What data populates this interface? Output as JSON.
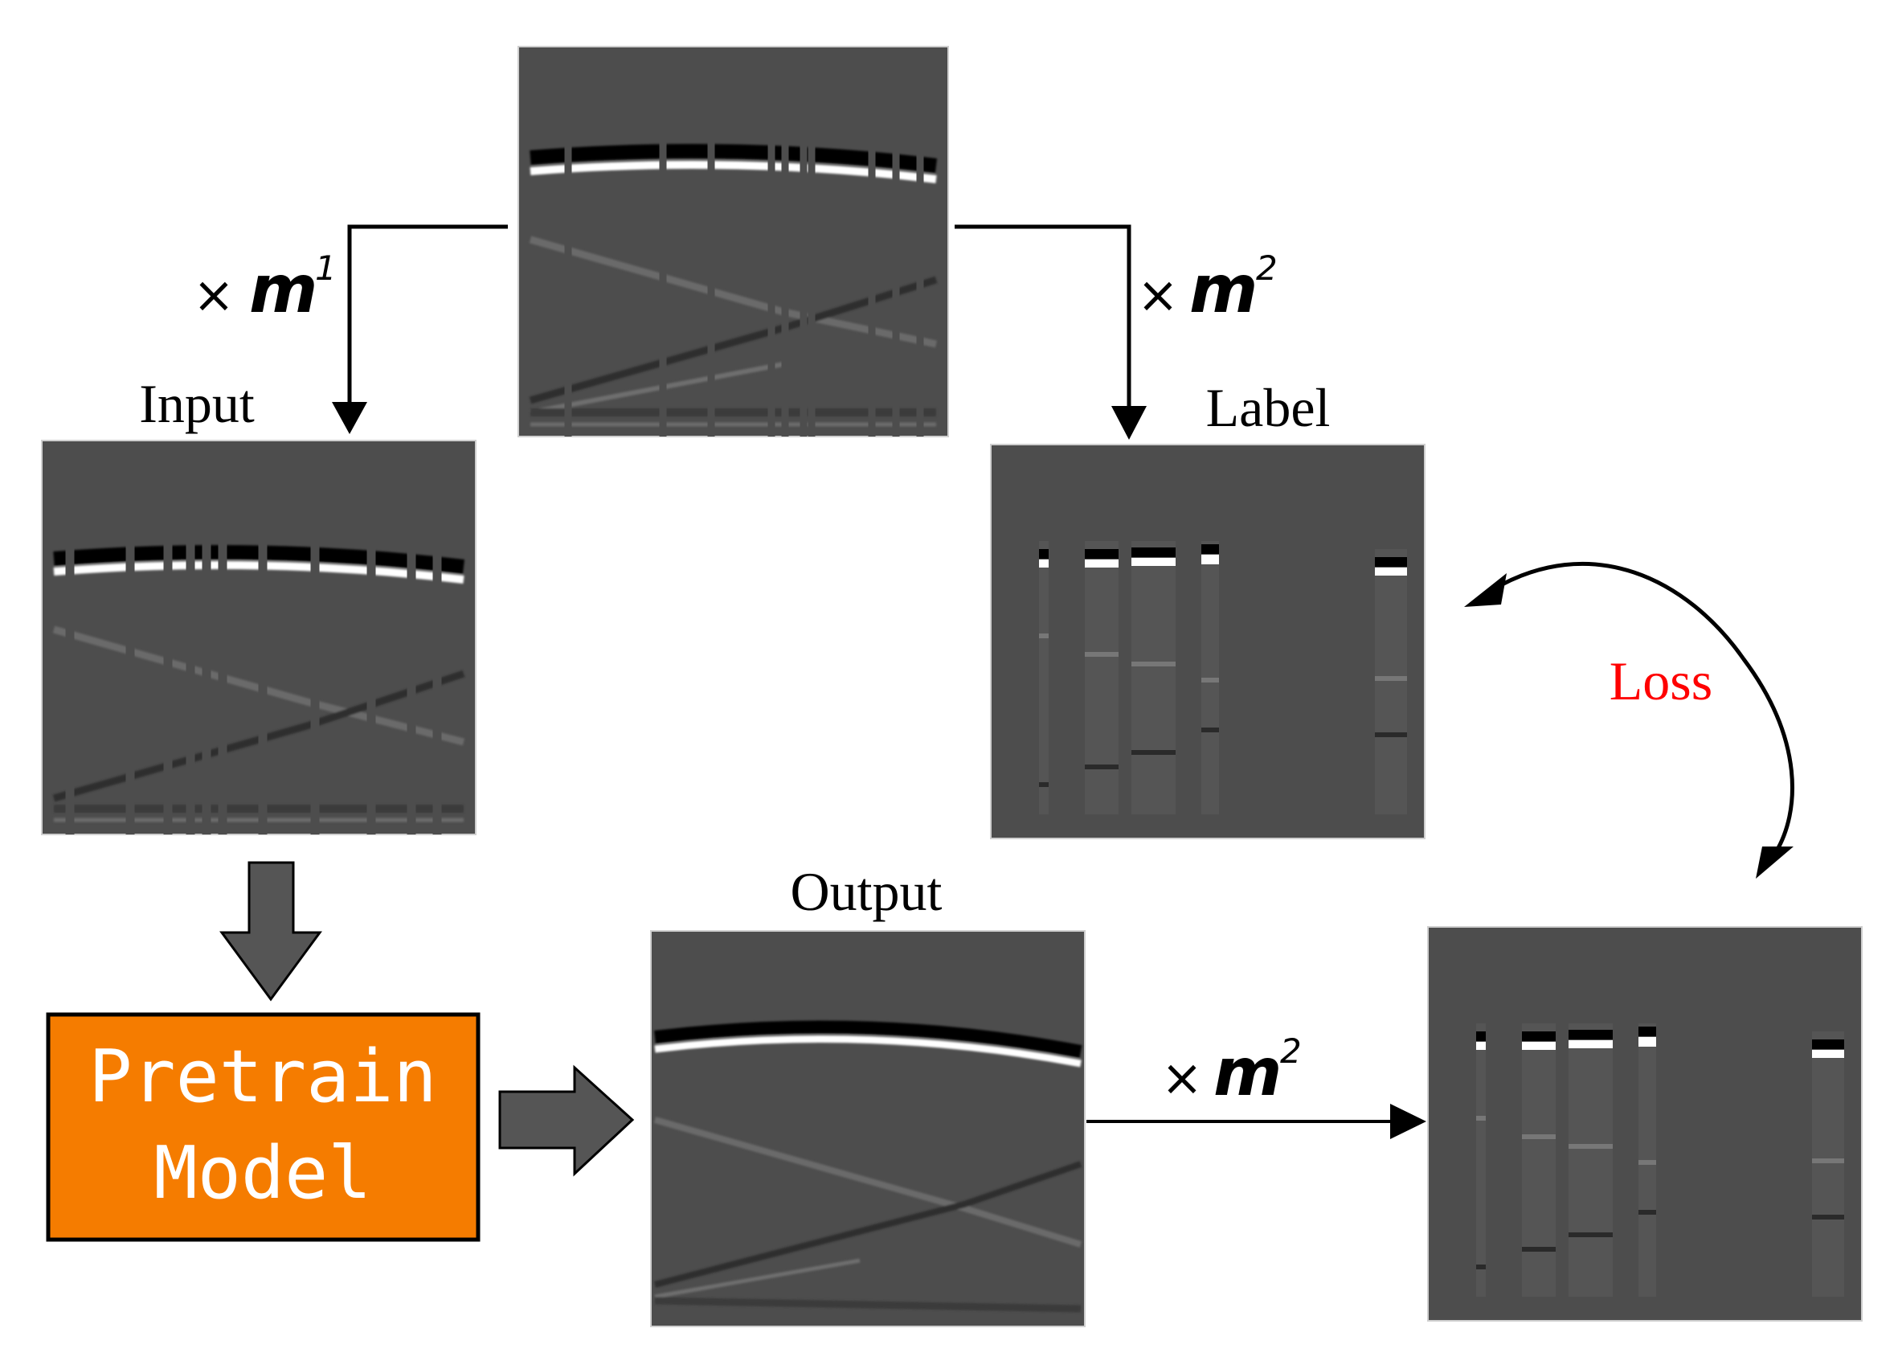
{
  "labels": {
    "input": "Input",
    "label": "Label",
    "output": "Output",
    "loss": "Loss"
  },
  "model": {
    "line1": "Pretrain",
    "line2": "Model"
  },
  "masks": {
    "times": "×",
    "m": "m",
    "sup1": "1",
    "sup2": "2"
  },
  "colors": {
    "panel_bg": "#4d4d4d",
    "model_fill": "#f57c00",
    "model_text": "#ffffff",
    "loss_text": "#ff0000",
    "block_arrow": "#555555",
    "line": "#000000"
  }
}
